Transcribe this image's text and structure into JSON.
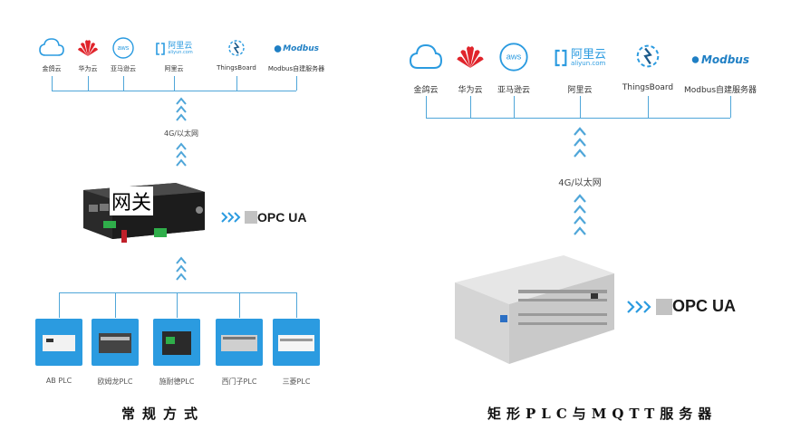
{
  "left": {
    "clouds": [
      {
        "name": "金鸽云",
        "icon": "cloud-icon"
      },
      {
        "name": "华为云",
        "icon": "huawei-logo"
      },
      {
        "name": "亚马逊云",
        "icon": "aws-logo"
      },
      {
        "name": "阿里云",
        "icon": "aliyun-logo",
        "logo_text": "阿里云",
        "logo_sub": "aliyun.com"
      },
      {
        "name": "ThingsBoard",
        "icon": "thingsboard-logo"
      },
      {
        "name": "Modbus自建服务器",
        "icon": "modbus-logo",
        "logo_text": "Modbus"
      }
    ],
    "network_label": "4G/以太网",
    "gateway_label": "网关",
    "opc_text": "OPC UA",
    "plcs": [
      {
        "name": "AB PLC"
      },
      {
        "name": "欧姆龙PLC"
      },
      {
        "name": "施耐德PLC"
      },
      {
        "name": "西门子PLC"
      },
      {
        "name": "三菱PLC"
      }
    ],
    "caption": "常规方式"
  },
  "right": {
    "clouds": [
      {
        "name": "金鸽云",
        "icon": "cloud-icon"
      },
      {
        "name": "华为云",
        "icon": "huawei-logo"
      },
      {
        "name": "亚马逊云",
        "icon": "aws-logo"
      },
      {
        "name": "阿里云",
        "icon": "aliyun-logo",
        "logo_text": "阿里云",
        "logo_sub": "aliyun.com"
      },
      {
        "name": "ThingsBoard",
        "icon": "thingsboard-logo"
      },
      {
        "name": "Modbus自建服务器",
        "icon": "modbus-logo",
        "logo_text": "Modbus"
      }
    ],
    "network_label": "4G/以太网",
    "opc_text": "OPC UA",
    "caption": "矩形PLC与MQTT服务器"
  },
  "colors": {
    "accent": "#2b9be0",
    "line": "#4fa6d9",
    "huawei": "#e0242b",
    "modbus": "#1f7fc4"
  }
}
